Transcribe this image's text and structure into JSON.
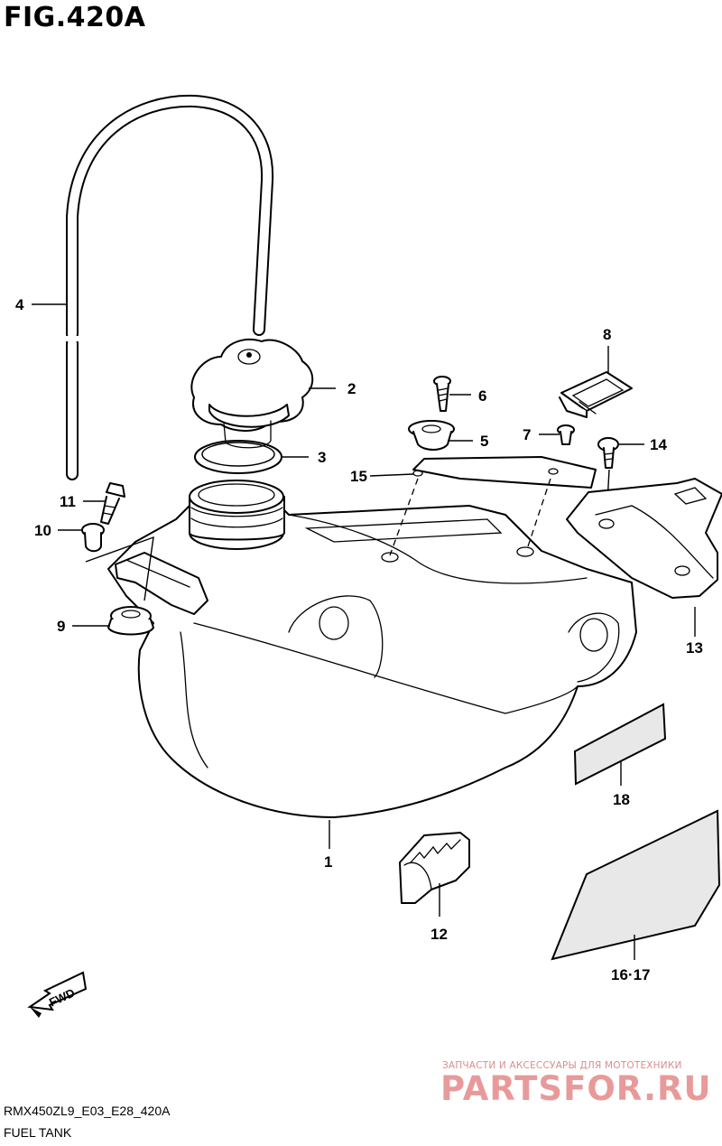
{
  "header": {
    "figure_title": "FIG.420A"
  },
  "parts": [
    {
      "ref": "1"
    },
    {
      "ref": "2"
    },
    {
      "ref": "3"
    },
    {
      "ref": "4"
    },
    {
      "ref": "5"
    },
    {
      "ref": "6"
    },
    {
      "ref": "7"
    },
    {
      "ref": "8"
    },
    {
      "ref": "9"
    },
    {
      "ref": "10"
    },
    {
      "ref": "11"
    },
    {
      "ref": "12"
    },
    {
      "ref": "13"
    },
    {
      "ref": "14"
    },
    {
      "ref": "15"
    },
    {
      "ref": "18"
    },
    {
      "ref": "16·17"
    }
  ],
  "direction_badge": {
    "label": "FWD"
  },
  "watermark": {
    "tagline": "ЗАПЧАСТИ И АКСЕССУАРЫ ДЛЯ МОТОТЕХНИКИ",
    "brand": "PARTSFOR.RU"
  },
  "footer": {
    "model_code": "RMX450ZL9_E03_E28_420A",
    "section_name": "FUEL TANK"
  },
  "colors": {
    "line": "#000000",
    "background": "#ffffff",
    "watermark": "#e89a9a"
  }
}
